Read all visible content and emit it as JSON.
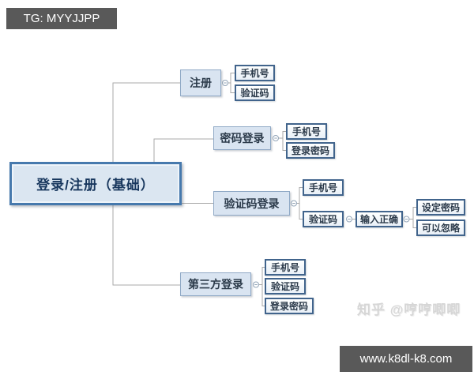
{
  "badges": {
    "telegram": "TG: MYYJJPP",
    "website": "www.k8dl-k8.com"
  },
  "watermark": "知乎 @哼哼唧唧",
  "colors": {
    "badge_bg": "#595959",
    "root_fill": "#dbe6f1",
    "root_border": "#4679ad",
    "branch_fill": "#d9e4f1",
    "branch_border": "#90a9c6",
    "leaf_border": "#41648c",
    "connector_line": "#a9a9a9",
    "root_text": "#17365d"
  },
  "mindmap": {
    "root": {
      "label": "登录/注册（基础）"
    },
    "branches": [
      {
        "label": "注册",
        "children": [
          {
            "label": "手机号"
          },
          {
            "label": "验证码"
          }
        ]
      },
      {
        "label": "密码登录",
        "children": [
          {
            "label": "手机号"
          },
          {
            "label": "登录密码"
          }
        ]
      },
      {
        "label": "验证码登录",
        "children": [
          {
            "label": "手机号"
          },
          {
            "label": "验证码",
            "children": [
              {
                "label": "输入正确",
                "children": [
                  {
                    "label": "设定密码"
                  },
                  {
                    "label": "可以忽略"
                  }
                ]
              }
            ]
          }
        ]
      },
      {
        "label": "第三方登录",
        "children": [
          {
            "label": "手机号"
          },
          {
            "label": "验证码"
          },
          {
            "label": "登录密码"
          }
        ]
      }
    ]
  }
}
